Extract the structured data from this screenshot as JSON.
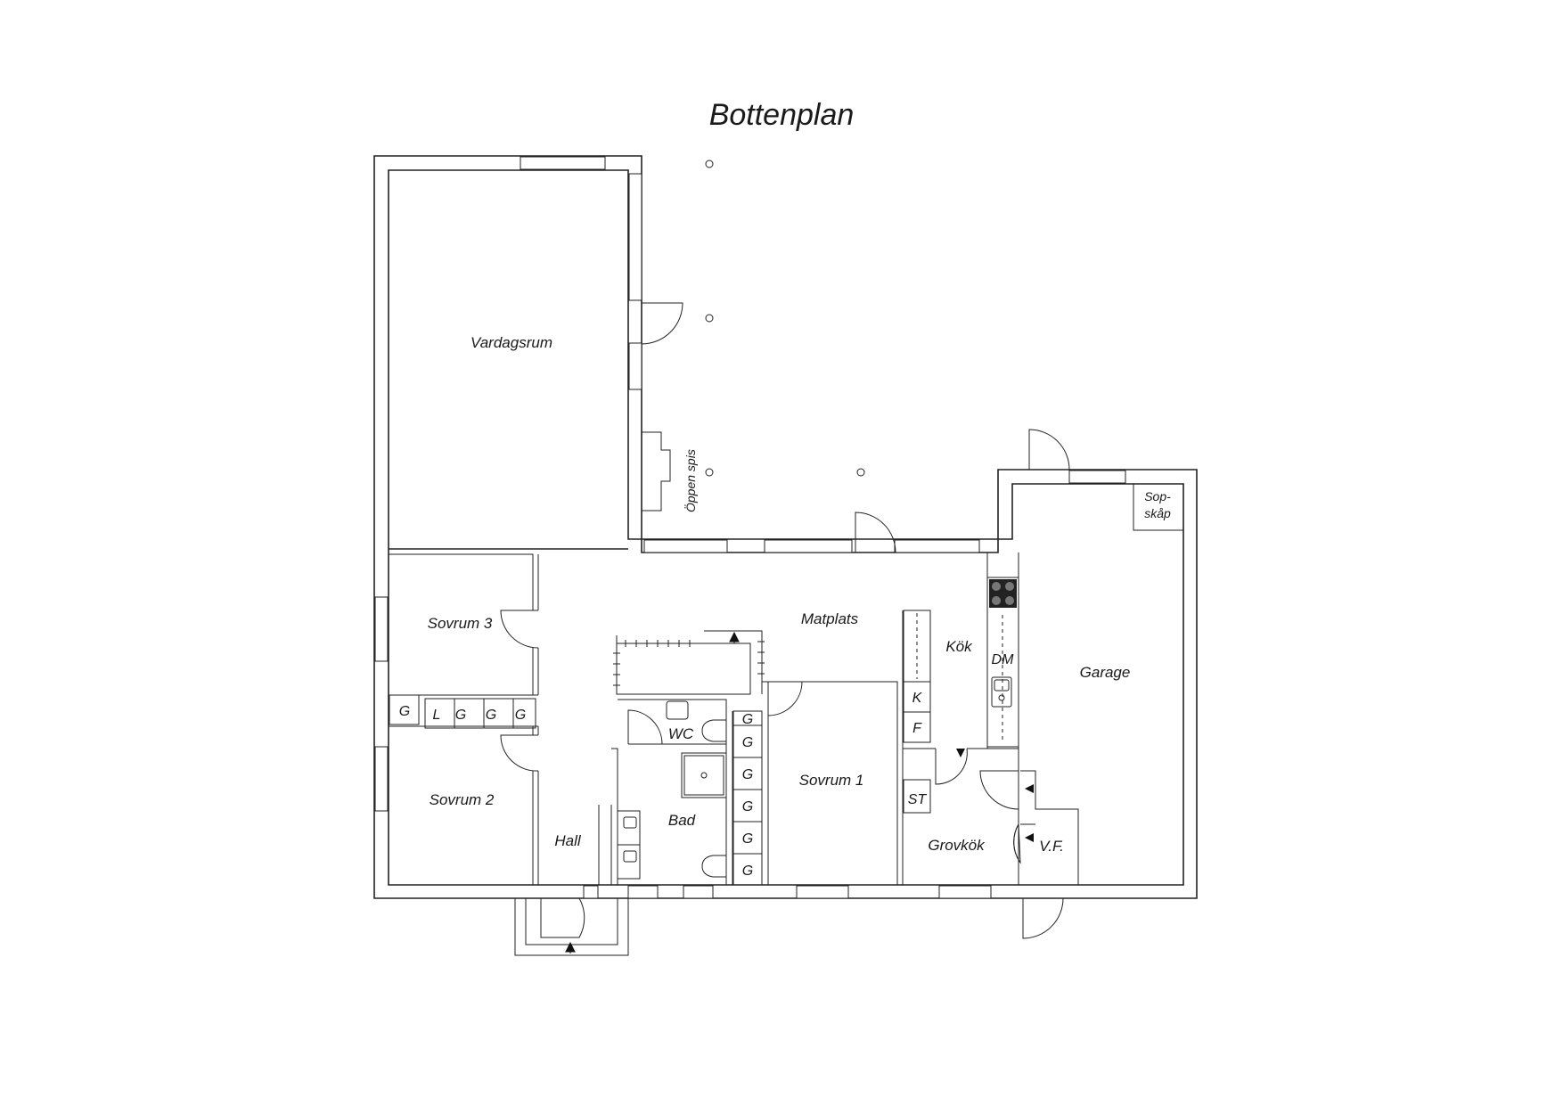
{
  "title": "Bottenplan",
  "rooms": {
    "vardagsrum": "Vardagsrum",
    "sovrum3": "Sovrum 3",
    "sovrum2": "Sovrum 2",
    "sovrum1": "Sovrum 1",
    "hall": "Hall",
    "matplats": "Matplats",
    "kok": "Kök",
    "garage": "Garage",
    "grovkok": "Grovkök",
    "bad": "Bad",
    "wc": "WC",
    "oppen_spis": "Öppen spis",
    "sopskap_line1": "Sop-",
    "sopskap_line2": "skåp",
    "vf": "V.F."
  },
  "fixtures": {
    "g": "G",
    "l": "L",
    "k": "K",
    "f": "F",
    "st": "ST",
    "dm": "DM"
  },
  "colors": {
    "line": "#222222",
    "text": "#1a1a1a",
    "background": "#ffffff"
  }
}
